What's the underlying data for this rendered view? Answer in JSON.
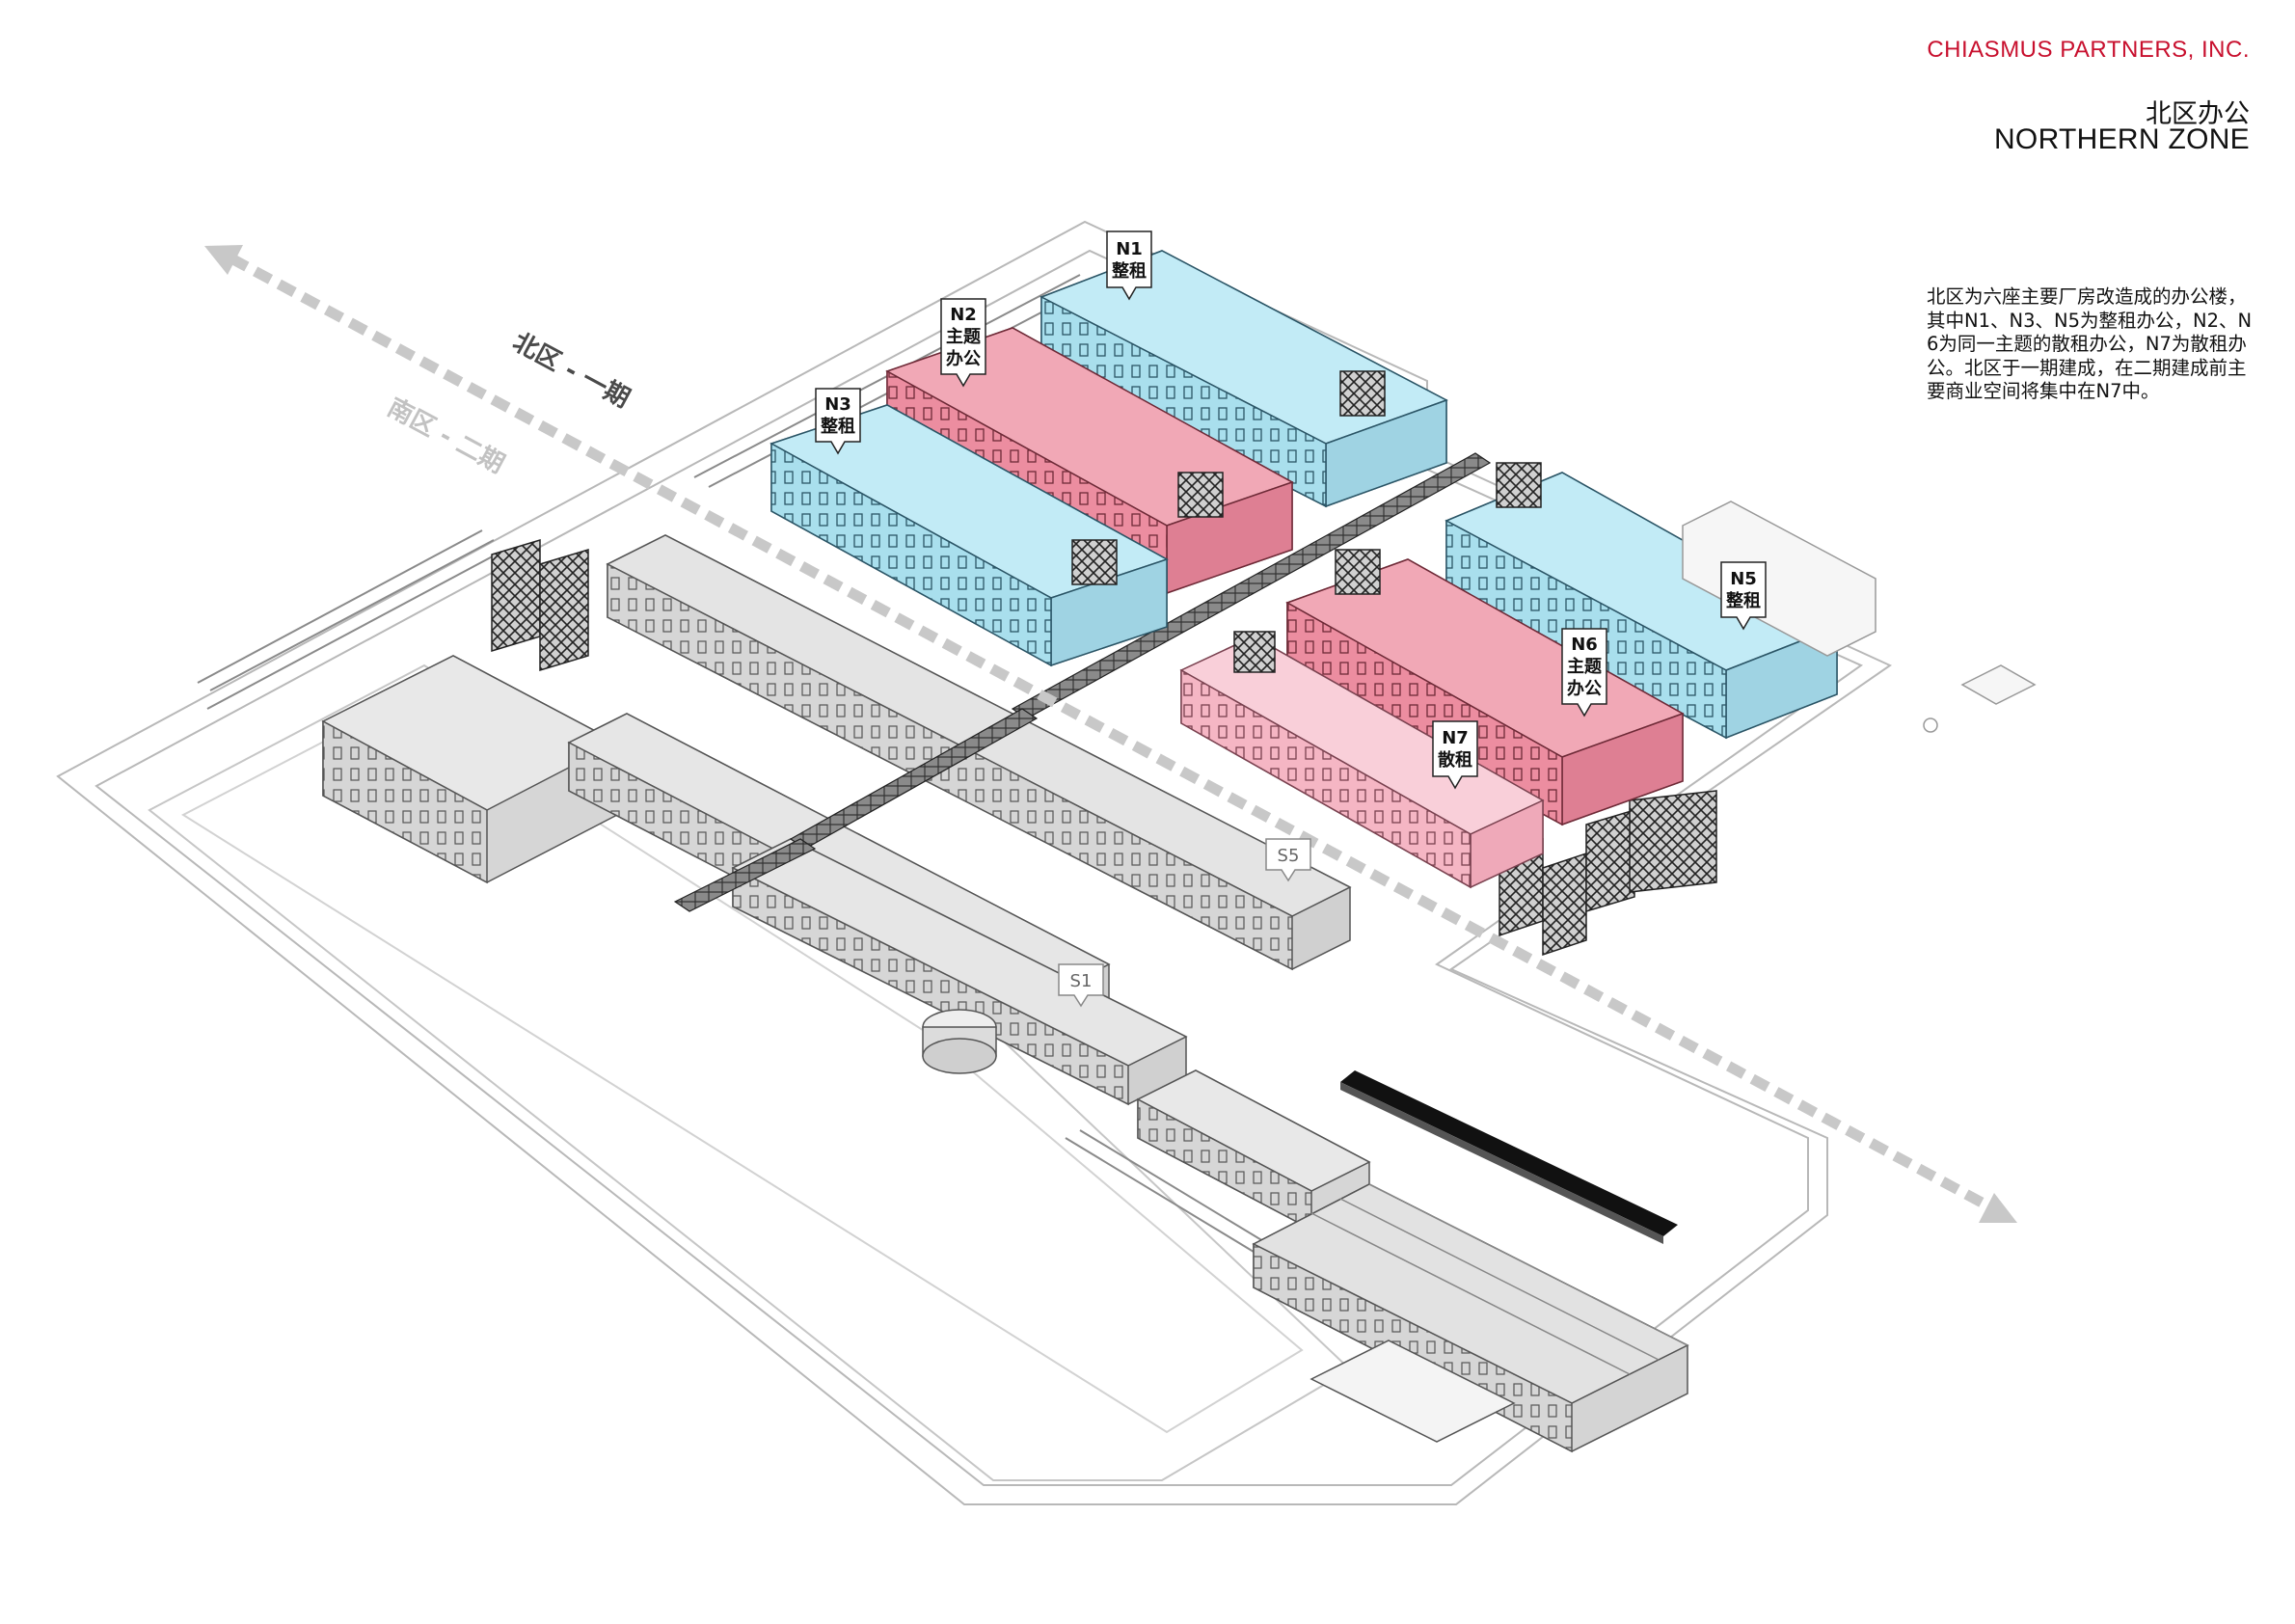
{
  "header": {
    "firm": "CHIASMUS PARTNERS, INC.",
    "title_cn": "北区办公",
    "title_en": "NORTHERN ZONE"
  },
  "description": "北区为六座主要厂房改造成的办公楼，其中N1、N3、N5为整租办公，N2、N6为同一主题的散租办公，N7为散租办公。北区于一期建成，在二期建成前主要商业空间将集中在N7中。",
  "phases": {
    "north": "北区 - 一期",
    "south": "南区 - 二期"
  },
  "buildings": [
    {
      "id": "N1",
      "line1": "N1",
      "line2": "整租",
      "line3": "",
      "type": "whole-lease",
      "color": "#a9dfed"
    },
    {
      "id": "N2",
      "line1": "N2",
      "line2": "主题",
      "line3": "办公",
      "type": "themed-office",
      "color": "#ec8da0"
    },
    {
      "id": "N3",
      "line1": "N3",
      "line2": "整租",
      "line3": "",
      "type": "whole-lease",
      "color": "#a9dfed"
    },
    {
      "id": "N5",
      "line1": "N5",
      "line2": "整租",
      "line3": "",
      "type": "whole-lease",
      "color": "#a9dfed"
    },
    {
      "id": "N6",
      "line1": "N6",
      "line2": "主题",
      "line3": "办公",
      "type": "themed-office",
      "color": "#ec8da0"
    },
    {
      "id": "N7",
      "line1": "N7",
      "line2": "散租",
      "line3": "",
      "type": "flexible-lease",
      "color": "#f5b6c4"
    }
  ],
  "south_labels": {
    "s5": "S5",
    "s1": "S1"
  },
  "colors": {
    "brand_red": "#c8102e",
    "whole_lease_blue": "#a9dfed",
    "themed_pink": "#ec8da0",
    "flex_pink": "#f5b6c4",
    "existing_grey": "#d4d4d4",
    "phase_arrow": "#c8c8c8"
  }
}
